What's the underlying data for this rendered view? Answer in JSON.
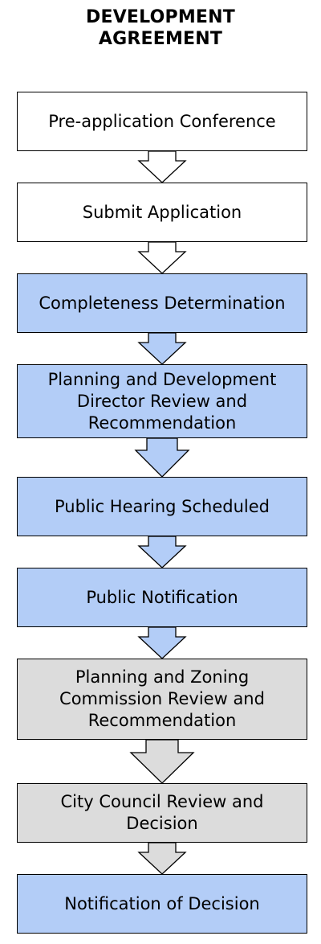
{
  "title": {
    "line1": "DEVELOPMENT",
    "line2": "AGREEMENT"
  },
  "colors": {
    "white": "#ffffff",
    "blue": "#b3cdf7",
    "gray": "#dcdcdc",
    "border": "#000000"
  },
  "steps": [
    {
      "label": "Pre-application Conference",
      "fill": "white"
    },
    {
      "label": "Submit Application",
      "fill": "white"
    },
    {
      "label": "Completeness Determination",
      "fill": "blue"
    },
    {
      "label": "Planning and Development Director Review and Recommendation",
      "fill": "blue"
    },
    {
      "label": "Public Hearing Scheduled",
      "fill": "blue"
    },
    {
      "label": "Public Notification",
      "fill": "blue"
    },
    {
      "label": "Planning and Zoning Commission Review and Recommendation",
      "fill": "gray"
    },
    {
      "label": "City Council Review and Decision",
      "fill": "gray"
    },
    {
      "label": "Notification of Decision",
      "fill": "blue"
    }
  ]
}
